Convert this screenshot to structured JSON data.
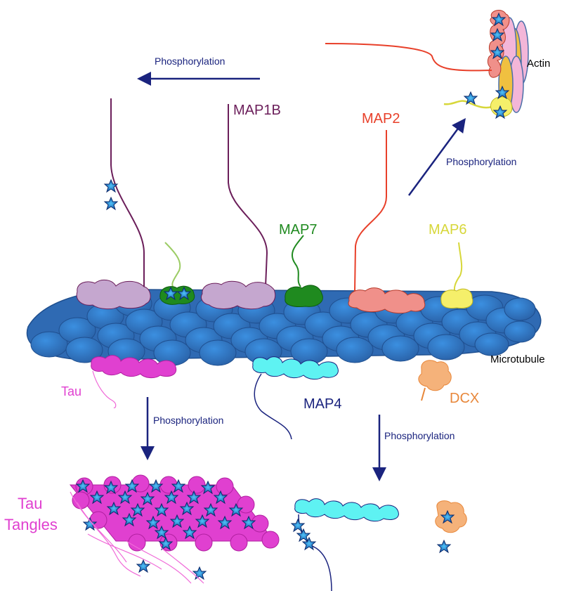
{
  "labels": {
    "phos_top": "Phosphorylation",
    "map1b": "MAP1B",
    "map2": "MAP2",
    "actin": "Actin",
    "phos_right": "Phosphorylation",
    "map7": "MAP7",
    "map6": "MAP6",
    "microtubule": "Microtubule",
    "tau": "Tau",
    "map4": "MAP4",
    "dcx": "DCX",
    "phos_left_bottom": "Phosphorylation",
    "phos_right_bottom": "Phosphorylation",
    "tau_tangles_1": "Tau",
    "tau_tangles_2": "Tangles"
  },
  "colors": {
    "map1b": "#6b1e5a",
    "map2": "#e8402a",
    "map7": "#1f8a1f",
    "map6": "#d7d73a",
    "tau": "#e040d0",
    "map4": "#1a237e",
    "dcx": "#e8873a",
    "arrow": "#1a237e",
    "microtubule": "#4a7fc1",
    "star": "#1565c0"
  }
}
